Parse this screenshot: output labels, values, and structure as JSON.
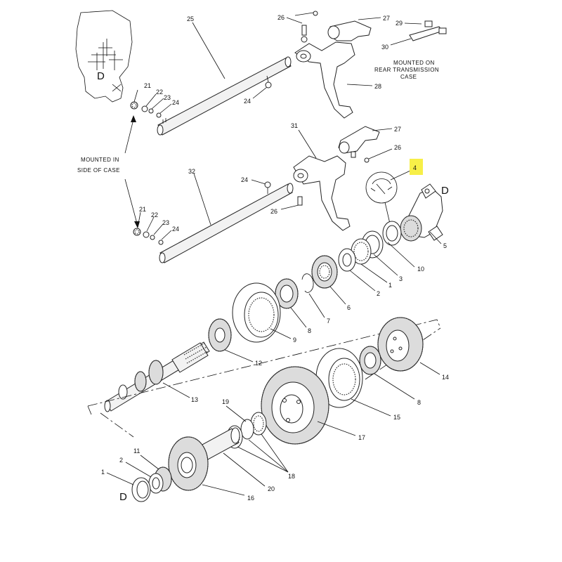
{
  "callouts": {
    "c1a": "1",
    "c1b": "1",
    "c2a": "2",
    "c2b": "2",
    "c3": "3",
    "c4": "4",
    "c5": "5",
    "c6": "6",
    "c7": "7",
    "c8a": "8",
    "c8b": "8",
    "c9": "9",
    "c10": "10",
    "c11": "11",
    "c12": "12",
    "c13": "13",
    "c14": "14",
    "c15": "15",
    "c16": "16",
    "c17": "17",
    "c18": "18",
    "c19": "19",
    "c20": "20",
    "c21a": "21",
    "c21b": "21",
    "c22a": "22",
    "c22b": "22",
    "c23a": "23",
    "c23b": "23",
    "c24a": "24",
    "c24b": "24",
    "c24c": "24",
    "c24d": "24",
    "c25": "25",
    "c26a": "26",
    "c26b": "26",
    "c26c": "26",
    "c27a": "27",
    "c27b": "27",
    "c28": "28",
    "c29": "29",
    "c30": "30",
    "c31": "31",
    "c32": "32"
  },
  "notes": {
    "side_case_1": "MOUNTED IN",
    "side_case_2": "SIDE OF CASE",
    "rear_case_1": "MOUNTED ON",
    "rear_case_2": "REAR TRANSMISSION",
    "rear_case_3": "CASE"
  },
  "view_markers": {
    "inset": "D",
    "right": "D",
    "bottom": "D"
  },
  "highlight": {
    "color": "#f7ef48",
    "part_number": "4"
  }
}
